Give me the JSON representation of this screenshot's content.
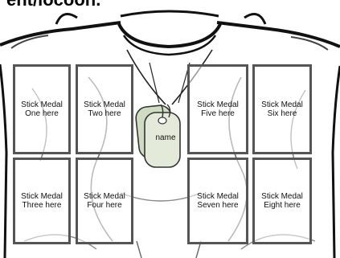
{
  "header": {
    "cutoff_text": "ent/locoon."
  },
  "medals": [
    {
      "label": "Stick Medal One here"
    },
    {
      "label": "Stick Medal Two here"
    },
    {
      "label": "Stick Medal Five here"
    },
    {
      "label": "Stick Medal Six here"
    },
    {
      "label": "Stick Medal Three here"
    },
    {
      "label": "Stick Medal Four here"
    },
    {
      "label": "Stick Medal Seven here"
    },
    {
      "label": "Stick Medal Eight here"
    }
  ],
  "dog_tag": {
    "label": "name"
  },
  "colors": {
    "line": "#111111",
    "box_border": "#555555",
    "tag_fill": "#dfe9d6"
  }
}
